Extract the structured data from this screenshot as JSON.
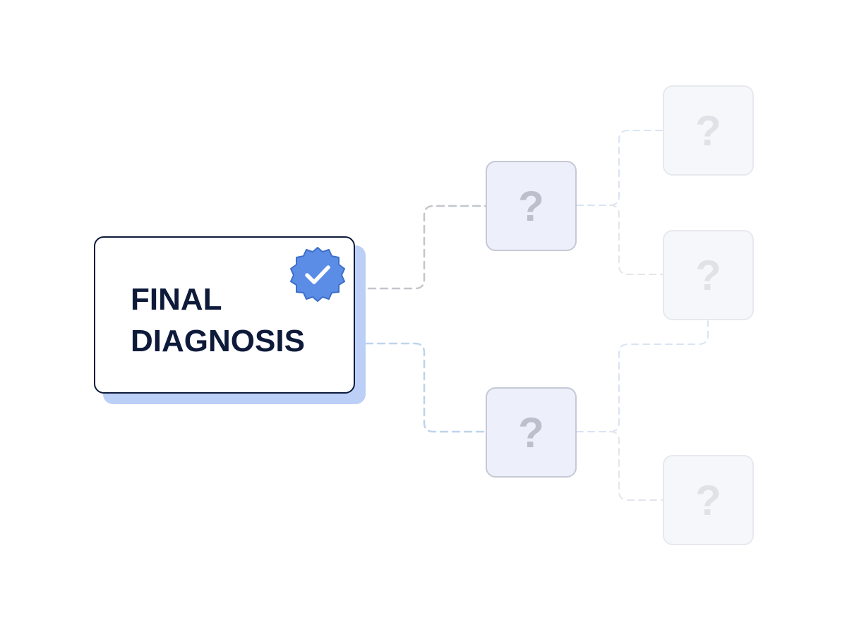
{
  "final_node": {
    "title": "FINAL\nDIAGNOSIS",
    "badge_icon": "verified-check-badge-icon"
  },
  "unknown_nodes": [
    {
      "id": "mid-top",
      "label": "?"
    },
    {
      "id": "mid-bottom",
      "label": "?"
    },
    {
      "id": "far-1",
      "label": "?"
    },
    {
      "id": "far-2",
      "label": "?"
    },
    {
      "id": "far-4",
      "label": "?"
    }
  ],
  "colors": {
    "ink": "#0e1a3a",
    "accent": "#5b8de6",
    "accent_shadow": "#bcd0f7",
    "connector_gray": "#c3c6cc",
    "connector_blue": "#bfd3ec",
    "connector_faint": "#e3e5ea",
    "connector_faint_blue": "#d9e4f3"
  }
}
